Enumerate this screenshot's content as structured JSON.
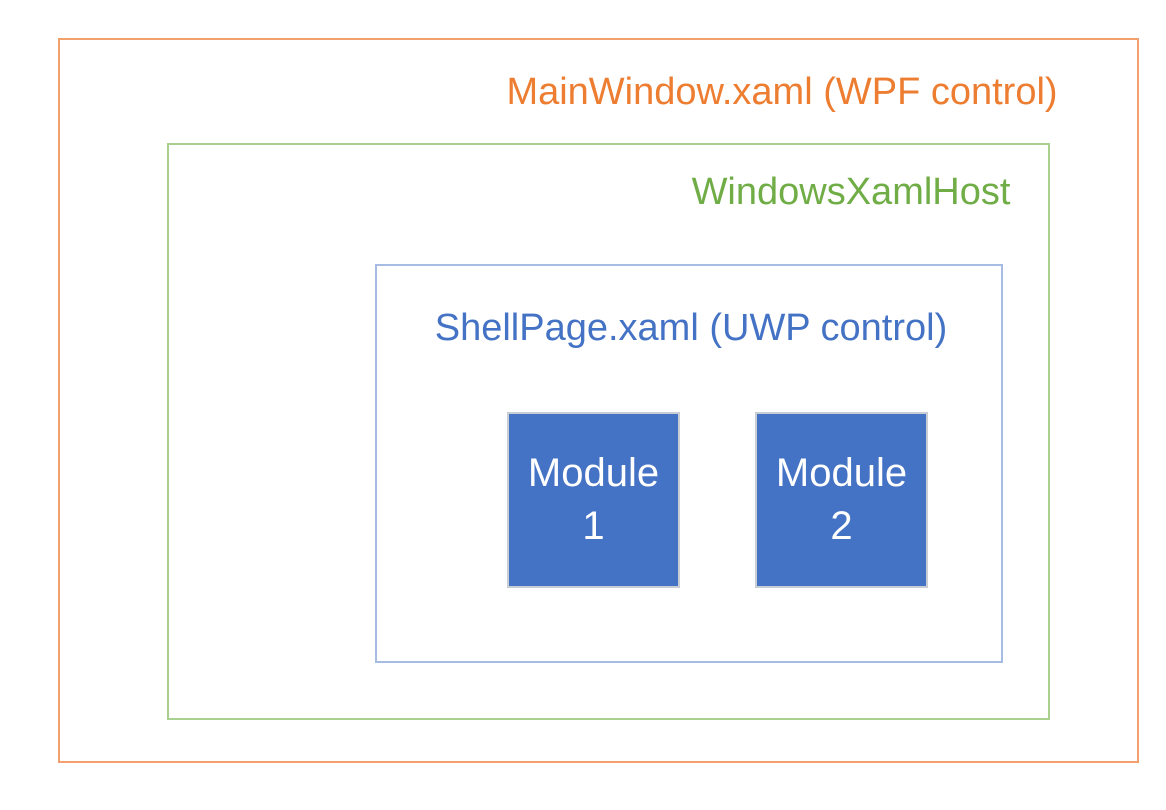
{
  "diagram": {
    "outer_box": {
      "label": "MainWindow.xaml (WPF control)",
      "text_color": "#ED7D31",
      "border_color": "#F2A06E"
    },
    "host_box": {
      "label": "WindowsXamlHost",
      "text_color": "#70AD47",
      "border_color": "#A9D18E"
    },
    "shell_box": {
      "label": "ShellPage.xaml (UWP control)",
      "text_color": "#4472C4",
      "border_color": "#A6BCE2"
    },
    "modules": [
      {
        "label_line1": "Module",
        "label_line2": "1",
        "fill_color": "#4472C4",
        "text_color": "#FFFFFF",
        "border_color": "#C9CDD4"
      },
      {
        "label_line1": "Module",
        "label_line2": "2",
        "fill_color": "#4472C4",
        "text_color": "#FFFFFF",
        "border_color": "#C9CDD4"
      }
    ]
  }
}
